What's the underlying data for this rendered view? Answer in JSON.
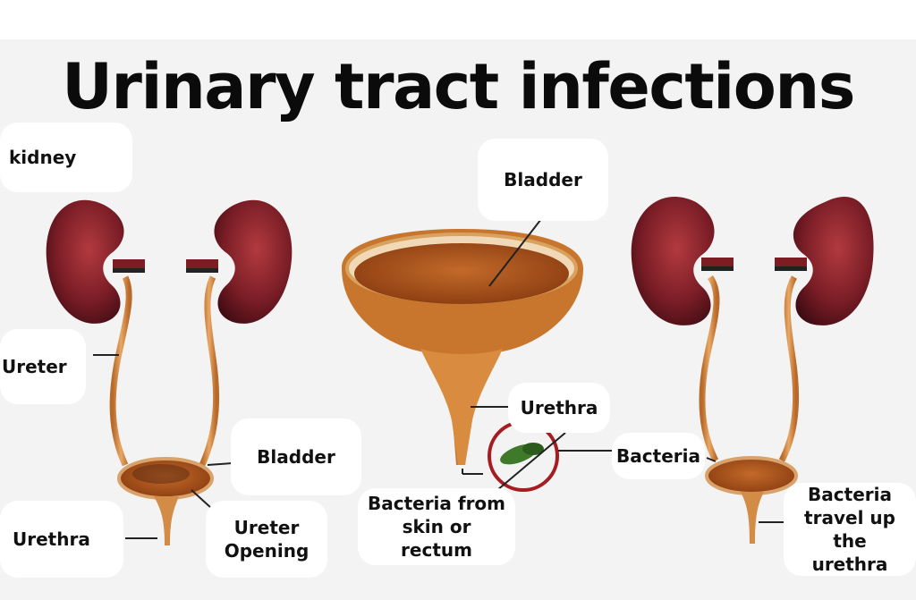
{
  "title": "Urinary tract infections",
  "labels": {
    "kidney": "kidney",
    "ureter": "Ureter",
    "bladder_left": "Bladder",
    "urethra_left": "Urethra",
    "ureter_opening_1": "Ureter",
    "ureter_opening_2": "Opening",
    "bladder_center": "Bladder",
    "urethra_center": "Urethra",
    "bacteria_from_1": "Bacteria from",
    "bacteria_from_2": "skin or rectum",
    "bacteria": "Bacteria",
    "bacteria_travel_1": "Bacteria",
    "bacteria_travel_2": "travel up the",
    "bacteria_travel_3": "urethra"
  }
}
